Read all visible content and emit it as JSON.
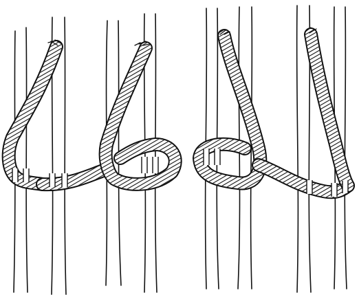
{
  "figure": {
    "background": "#ffffff",
    "ink": "#111111",
    "panels": [
      {
        "id": "left-knot",
        "direction": "left-to-right"
      },
      {
        "id": "right-knot",
        "direction": "right-to-left"
      }
    ]
  }
}
